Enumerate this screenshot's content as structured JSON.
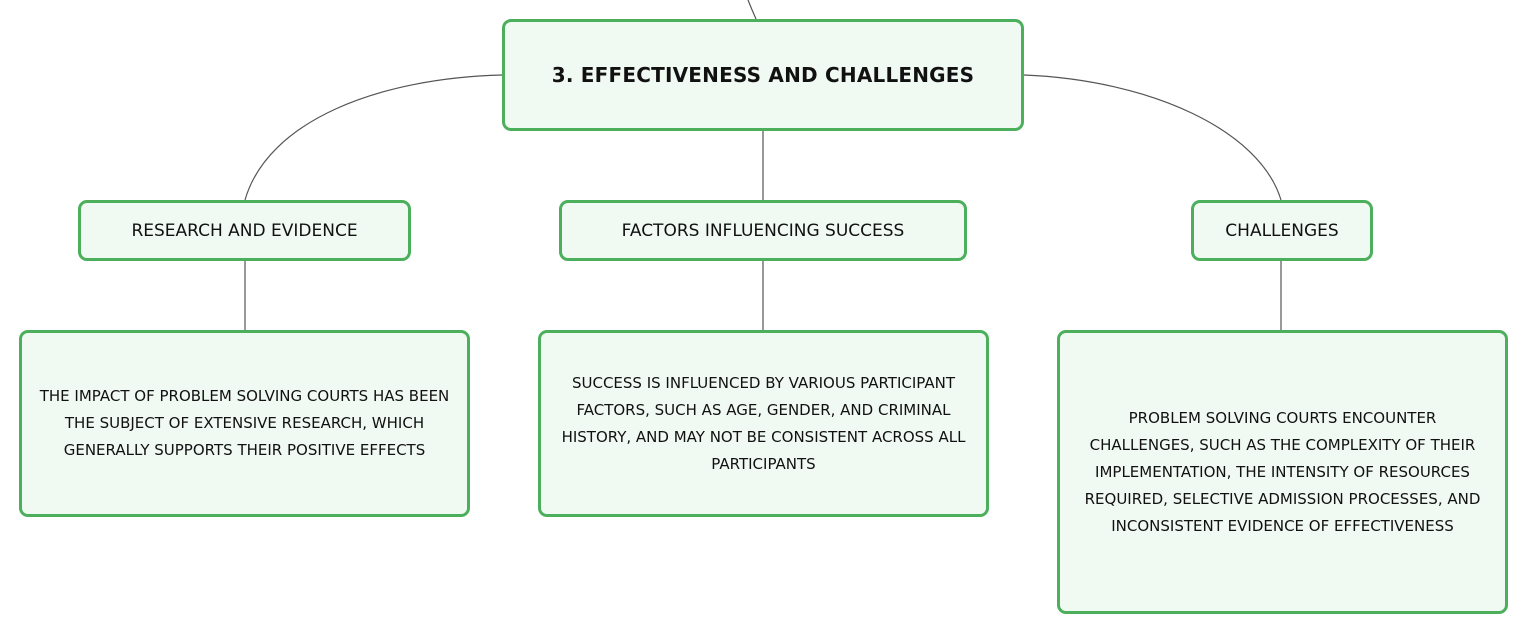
{
  "diagram": {
    "root": {
      "label": "3. EFFECTIVENESS AND CHALLENGES"
    },
    "branches": [
      {
        "label": "RESEARCH AND EVIDENCE",
        "detail": "THE IMPACT OF PROBLEM SOLVING COURTS HAS BEEN THE SUBJECT OF EXTENSIVE RESEARCH, WHICH GENERALLY SUPPORTS THEIR POSITIVE EFFECTS"
      },
      {
        "label": "FACTORS INFLUENCING SUCCESS",
        "detail": "SUCCESS IS INFLUENCED BY VARIOUS PARTICIPANT FACTORS, SUCH AS AGE, GENDER, AND CRIMINAL HISTORY, AND MAY NOT BE CONSISTENT ACROSS ALL PARTICIPANTS"
      },
      {
        "label": "CHALLENGES",
        "detail": "PROBLEM SOLVING COURTS ENCOUNTER CHALLENGES, SUCH AS THE COMPLEXITY OF THEIR IMPLEMENTATION, THE INTENSITY OF RESOURCES REQUIRED, SELECTIVE ADMISSION PROCESSES, AND INCONSISTENT EVIDENCE OF EFFECTIVENESS"
      }
    ]
  },
  "colors": {
    "node_border": "#4caf5c",
    "node_fill": "#f1f9f3",
    "connector": "#555555",
    "text": "#111111"
  }
}
